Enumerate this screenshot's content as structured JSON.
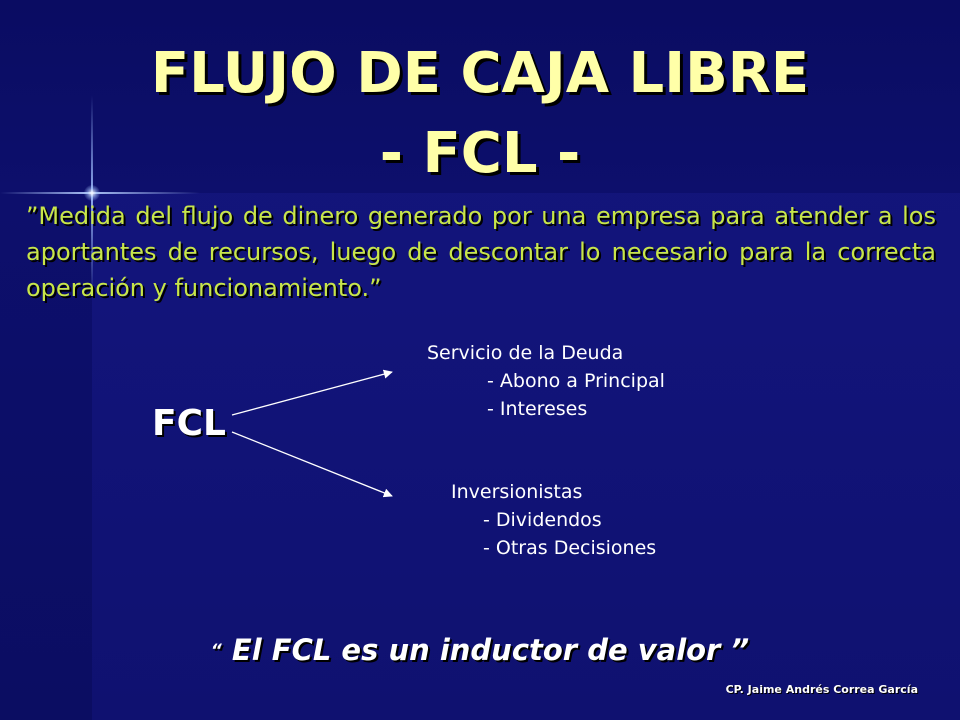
{
  "slide": {
    "title_line1": "FLUJO DE CAJA LIBRE",
    "title_line2": "- FCL -",
    "definition": "”Medida del flujo de dinero  generado por una empresa para atender a los aportantes de recursos, luego de descontar lo necesario para la correcta operación y funcionamiento.”",
    "diagram": {
      "root": "FCL",
      "branches": [
        {
          "heading": "Servicio de la Deuda",
          "items": [
            "- Abono a Principal",
            "- Intereses"
          ]
        },
        {
          "heading": "Inversionistas",
          "items": [
            "- Dividendos",
            "- Otras Decisiones"
          ]
        }
      ]
    },
    "tagline": {
      "open_quote": "“",
      "text": " El  FCL es un inductor  de valor ”"
    },
    "credit": "CP. Jaime Andrés Correa García"
  },
  "colors": {
    "background": "#12147a",
    "title": "#ffffa8",
    "definition": "#c8e64a",
    "text": "#ffffff"
  }
}
